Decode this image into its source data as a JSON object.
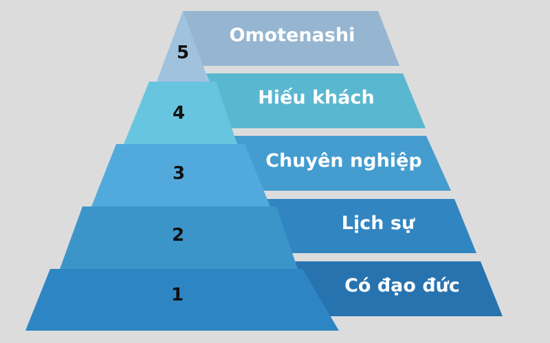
{
  "diagram": {
    "type": "pyramid",
    "background": "#dcdcdc",
    "levels": [
      {
        "number": "5",
        "label": "Omotenashi",
        "tier_color": "#a0c2de",
        "banner_color": "#96b5d0"
      },
      {
        "number": "4",
        "label": "Hiếu khách",
        "tier_color": "#68c5df",
        "banner_color": "#5ab7d0"
      },
      {
        "number": "3",
        "label": "Chuyên nghiệp",
        "tier_color": "#52aadc",
        "banner_color": "#449ccf"
      },
      {
        "number": "2",
        "label": "Lịch sự",
        "tier_color": "#3c95c8",
        "banner_color": "#3185c0"
      },
      {
        "number": "1",
        "label": "Có đạo đức",
        "tier_color": "#2e85c4",
        "banner_color": "#2773b0"
      }
    ]
  }
}
